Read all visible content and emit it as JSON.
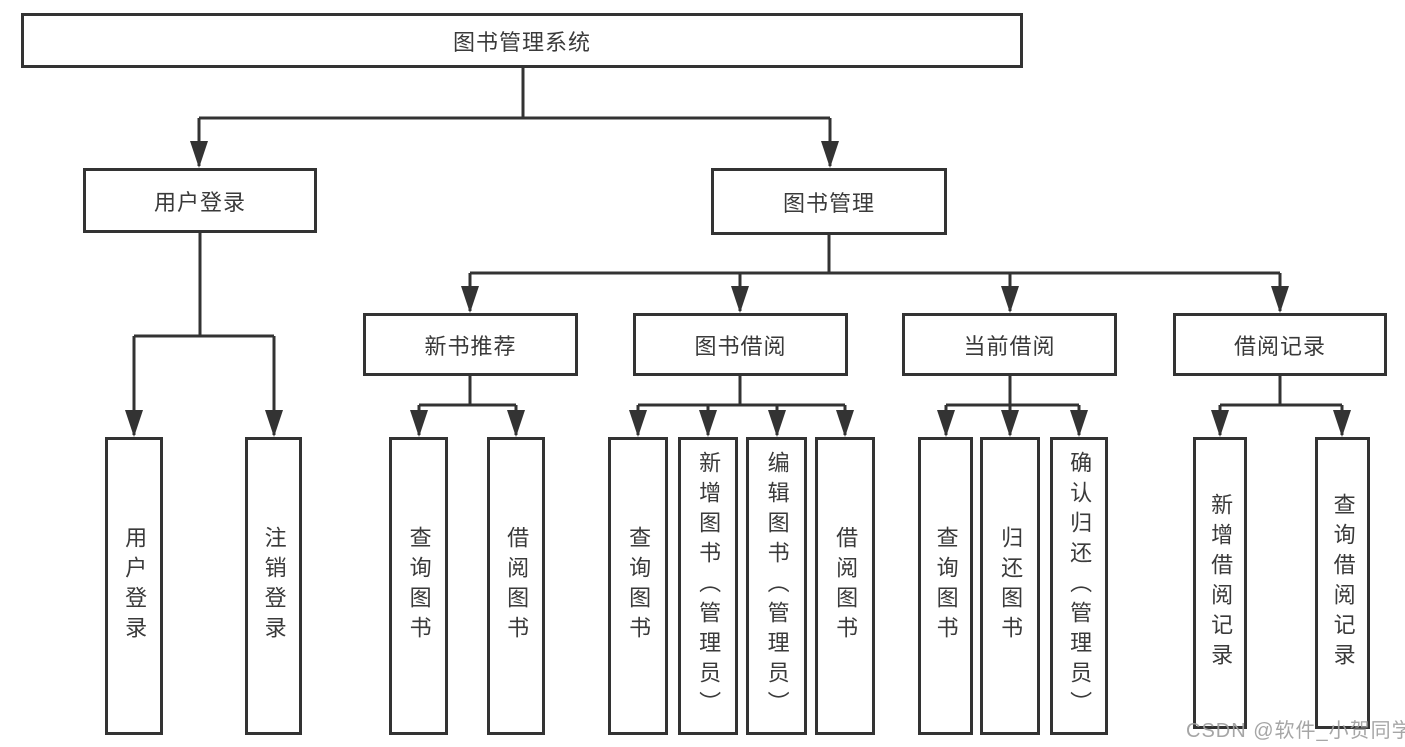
{
  "diagram": {
    "title": "图书管理系统",
    "colors": {
      "line": "#333333",
      "box_border": "#333333",
      "text": "#3a3a3a",
      "background": "#ffffff",
      "watermark": "#9e9e9e"
    },
    "tree": {
      "root": {
        "label": "图书管理系统"
      },
      "l2": [
        {
          "label": "用户登录",
          "parent": "图书管理系统"
        },
        {
          "label": "图书管理",
          "parent": "图书管理系统"
        }
      ],
      "l3": [
        {
          "label": "新书推荐",
          "parent": "图书管理"
        },
        {
          "label": "图书借阅",
          "parent": "图书管理"
        },
        {
          "label": "当前借阅",
          "parent": "图书管理"
        },
        {
          "label": "借阅记录",
          "parent": "图书管理"
        }
      ],
      "leaves": [
        {
          "label": "用户登录",
          "parent": "用户登录"
        },
        {
          "label": "注销登录",
          "parent": "用户登录"
        },
        {
          "label": "查询图书",
          "parent": "新书推荐"
        },
        {
          "label": "借阅图书",
          "parent": "新书推荐"
        },
        {
          "label": "查询图书",
          "parent": "图书借阅"
        },
        {
          "label": "新增图书（管理员）",
          "parent": "图书借阅"
        },
        {
          "label": "编辑图书（管理员）",
          "parent": "图书借阅"
        },
        {
          "label": "借阅图书",
          "parent": "图书借阅"
        },
        {
          "label": "查询图书",
          "parent": "当前借阅"
        },
        {
          "label": "归还图书",
          "parent": "当前借阅"
        },
        {
          "label": "确认归还（管理员）",
          "parent": "当前借阅"
        },
        {
          "label": "新增借阅记录",
          "parent": "借阅记录"
        },
        {
          "label": "查询借阅记录",
          "parent": "借阅记录"
        }
      ]
    },
    "watermark": "CSDN @软件_小贺同学"
  }
}
